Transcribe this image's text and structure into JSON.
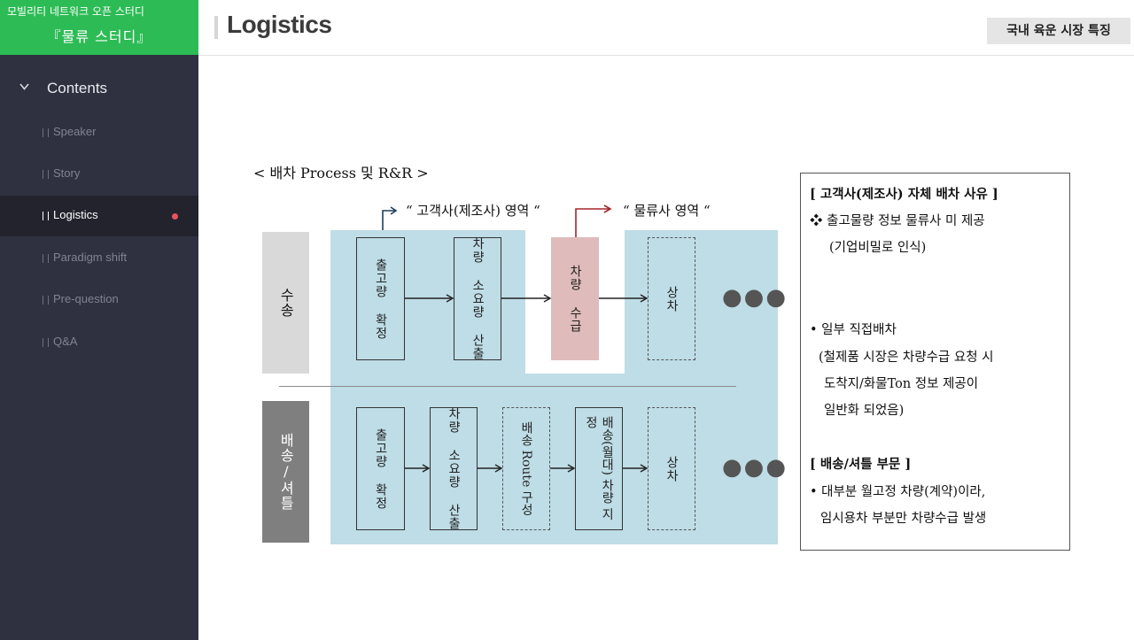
{
  "brand": {
    "org": "모빌리티 네트워크 오픈 스터디",
    "study": "『물류 스터디』"
  },
  "sidebar": {
    "contents_label": "Contents",
    "chevron": "chevron-down-icon",
    "items": [
      {
        "label": "Speaker",
        "active": false
      },
      {
        "label": "Story",
        "active": false
      },
      {
        "label": "Logistics",
        "active": true
      },
      {
        "label": "Paradigm shift",
        "active": false
      },
      {
        "label": "Pre-question",
        "active": false
      },
      {
        "label": "Q&A",
        "active": false
      }
    ],
    "active_dot_color": "#e9545a"
  },
  "header": {
    "title": "Logistics",
    "tag": "국내 육운 시장 특징"
  },
  "colors": {
    "brand_green": "#2dbb55",
    "sidebar_bg": "#2f3140",
    "panel_blue": "#bedde6",
    "pink_box": "#dfbbbb",
    "arrow_red": "#a3262a",
    "arrow_navy": "#1f3d5c"
  },
  "diagram": {
    "title": "< 배차 Process 및 R&R >",
    "region_shipper": "“ 고객사(제조사) 영역 “",
    "region_logistics": "“ 물류사 영역 “",
    "row1_label": "수송",
    "row2_label": "배송/셔틀",
    "row1_boxes": [
      "출고량 확정",
      "차량 소요량 산출",
      "차량 수급",
      "상차"
    ],
    "row2_boxes": [
      "출고량 확정",
      "차량 소요량 산출",
      "배송 Route 구성",
      "배송(월대) 차량 지정",
      "상차"
    ],
    "ellipsis": "●●●"
  },
  "note": {
    "section1_title": "[ 고객사(제조사) 자체 배차  사유 ]",
    "section1_item": "❖ 출고물량 정보 물류사 미 제공",
    "section1_sub": "(기업비밀로 인식)",
    "bullet2": "•                 일부 직접배차",
    "bullet2_l1": "(철제품 시장은 차량수급 요청 시",
    "bullet2_l2": "도착지/화물Ton 정보 제공이",
    "bullet2_l3": "일반화 되었음)",
    "section2_title": "[ 배송/셔틀 부문 ]",
    "section2_l1": "• 대부분 월고정 차량(계약)이라,",
    "section2_l2": "임시용차 부분만 차량수급 발생"
  }
}
